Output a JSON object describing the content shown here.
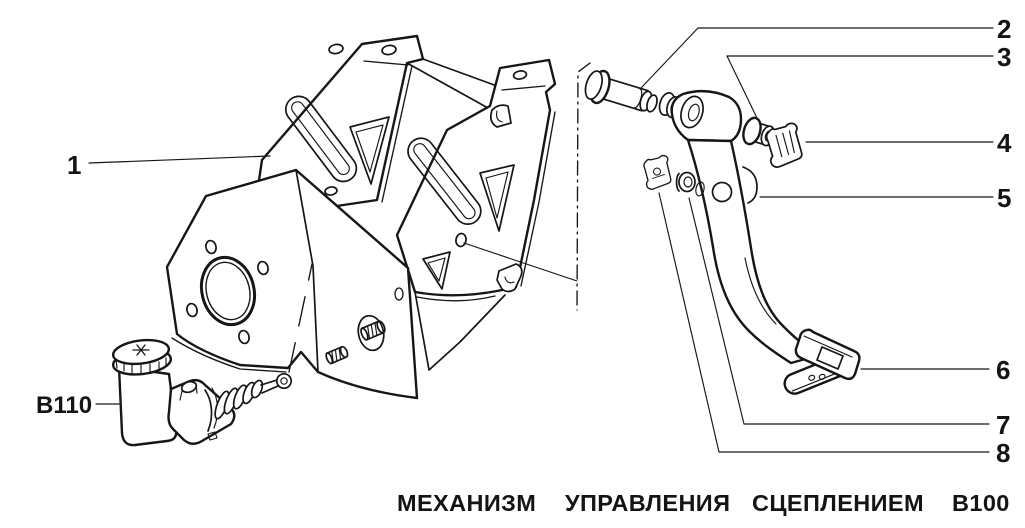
{
  "figure": {
    "callouts": [
      "1",
      "2",
      "3",
      "4",
      "5",
      "6",
      "7",
      "8"
    ],
    "labels": {
      "master_cylinder_code": "B110",
      "figure_code": "B100"
    },
    "caption_words": [
      "МЕХАНИЗМ",
      "УПРАВЛЕНИЯ",
      "СЦЕПЛЕНИЕМ"
    ],
    "colors": {
      "ink": "#161616",
      "paper": "#ffffff"
    }
  }
}
